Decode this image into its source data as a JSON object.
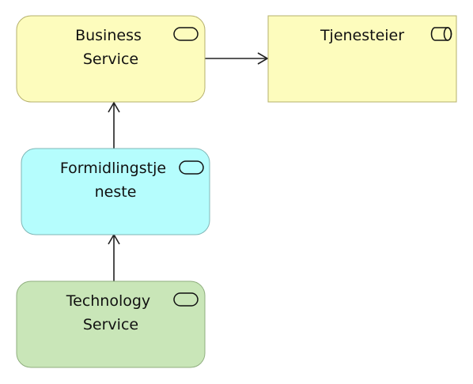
{
  "diagram": {
    "elements": [
      {
        "id": "business-service",
        "lines": [
          "Business",
          "Service"
        ],
        "type": "business-service",
        "fill": "#fdfcbd",
        "stroke": "#b5b06b",
        "icon": "service-icon"
      },
      {
        "id": "tjenesteier",
        "lines": [
          "Tjenesteier"
        ],
        "type": "business-role",
        "fill": "#fdfcbd",
        "stroke": "#b5b06b",
        "icon": "role-icon"
      },
      {
        "id": "formidlingstjeneste",
        "lines": [
          "Formidlingstje",
          "neste"
        ],
        "type": "application-service",
        "fill": "#b5fdfd",
        "stroke": "#7fb6b6",
        "icon": "service-icon"
      },
      {
        "id": "technology-service",
        "lines": [
          "Technology",
          "Service"
        ],
        "type": "technology-service",
        "fill": "#c9e6b8",
        "stroke": "#8fae7e",
        "icon": "service-icon"
      }
    ],
    "relationships": [
      {
        "from": "business-service",
        "to": "tjenesteier",
        "type": "serving"
      },
      {
        "from": "formidlingstjeneste",
        "to": "business-service",
        "type": "serving"
      },
      {
        "from": "technology-service",
        "to": "formidlingstjeneste",
        "type": "serving"
      }
    ]
  }
}
